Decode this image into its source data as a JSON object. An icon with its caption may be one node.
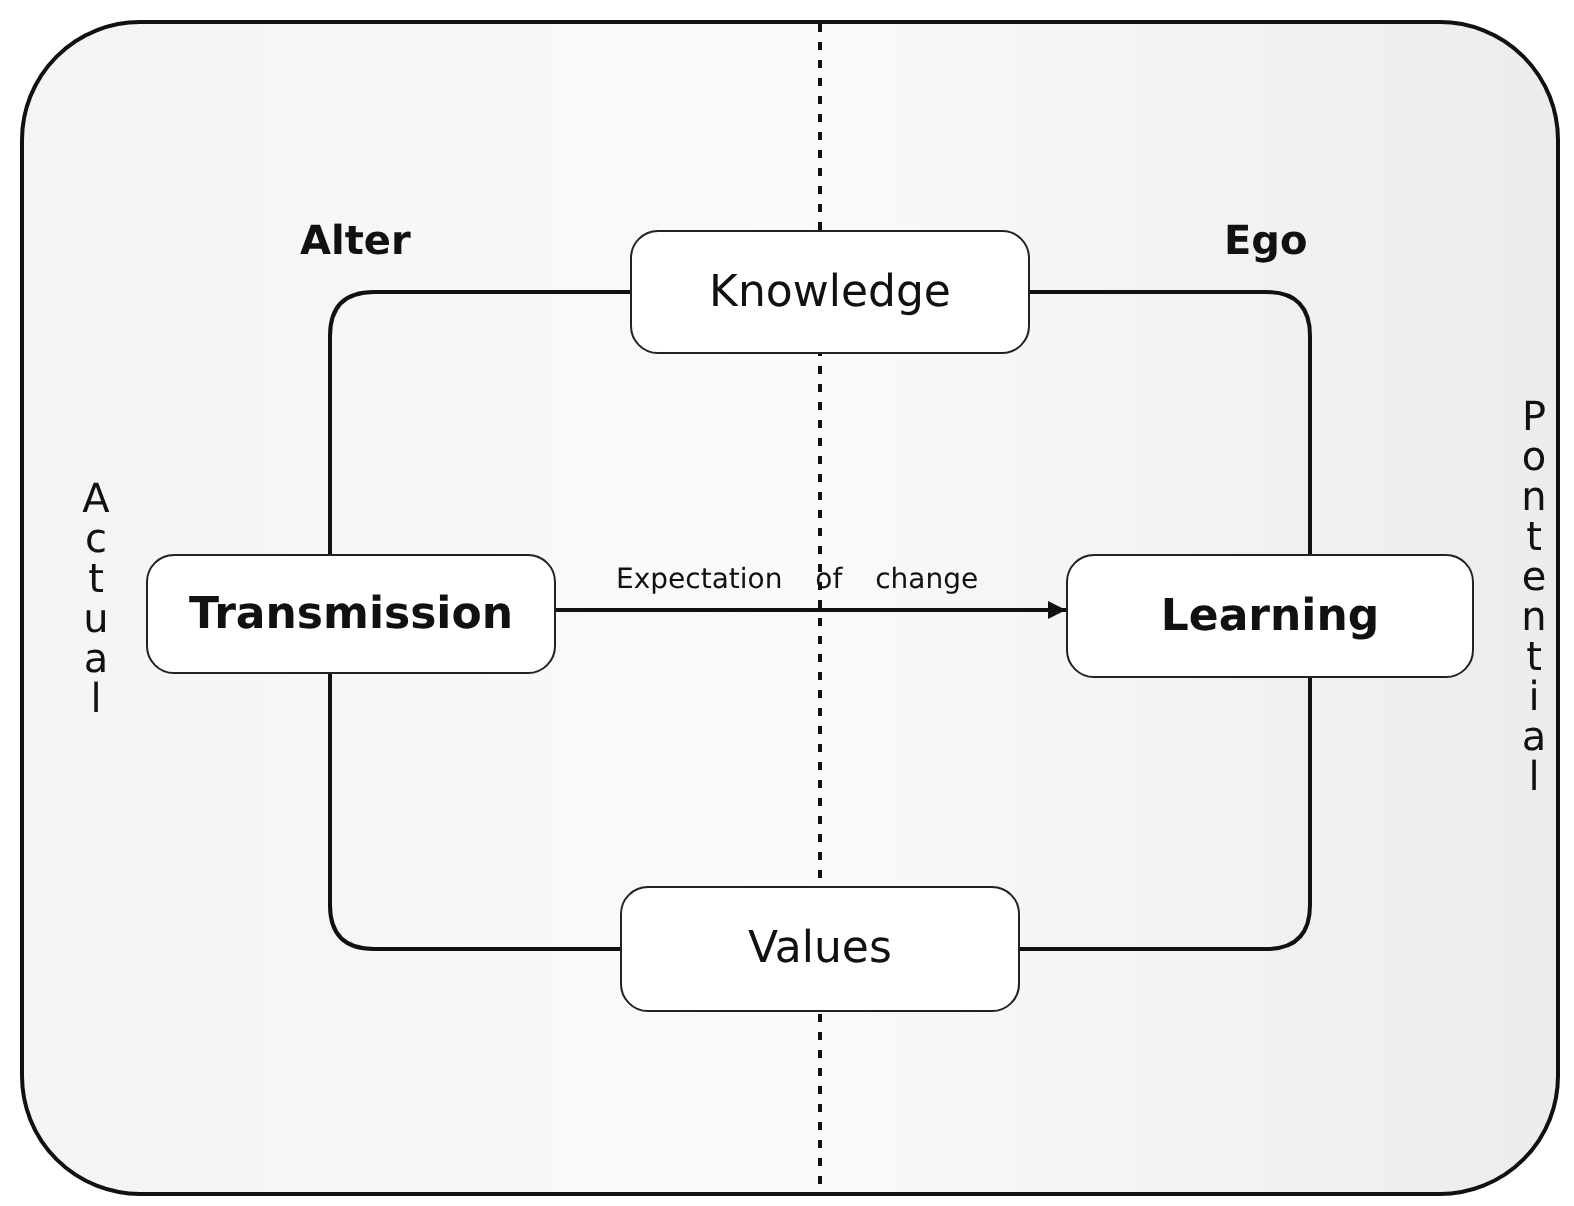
{
  "diagram": {
    "nodes": [
      {
        "text": [
          "Knowledge"
        ]
      },
      {
        "text": [
          "Transmission"
        ]
      },
      {
        "text": [
          "Learning"
        ]
      },
      {
        "text": [
          "Values"
        ]
      }
    ],
    "edges": [
      {
        "from": 1,
        "to": 0,
        "arrow": "none"
      },
      {
        "from": 0,
        "to": 2,
        "arrow": "none"
      },
      {
        "from": 1,
        "to": 2,
        "arrow": "to",
        "label": "Expectation of change"
      },
      {
        "from": 1,
        "to": 3,
        "arrow": "none"
      },
      {
        "from": 3,
        "to": 2,
        "arrow": "none"
      }
    ],
    "labels": [
      "Alter",
      "Ego",
      "Actual",
      "Pontential"
    ]
  }
}
